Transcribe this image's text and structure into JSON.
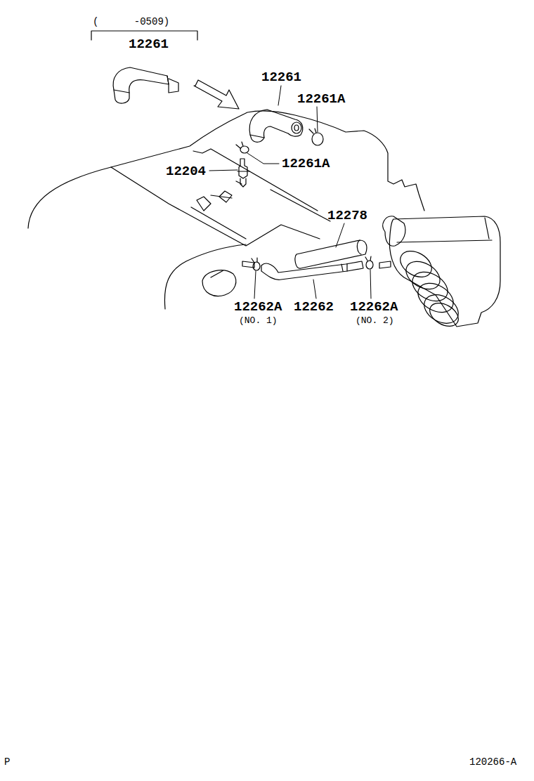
{
  "diagram": {
    "labels": [
      "(      -0509)",
      "12261",
      "12261",
      "12261A",
      "12261A",
      "12204",
      "12278",
      "12262A",
      "(NO. 1)",
      "12262",
      "12262A",
      "(NO. 2)",
      "P",
      "120266-A"
    ]
  }
}
